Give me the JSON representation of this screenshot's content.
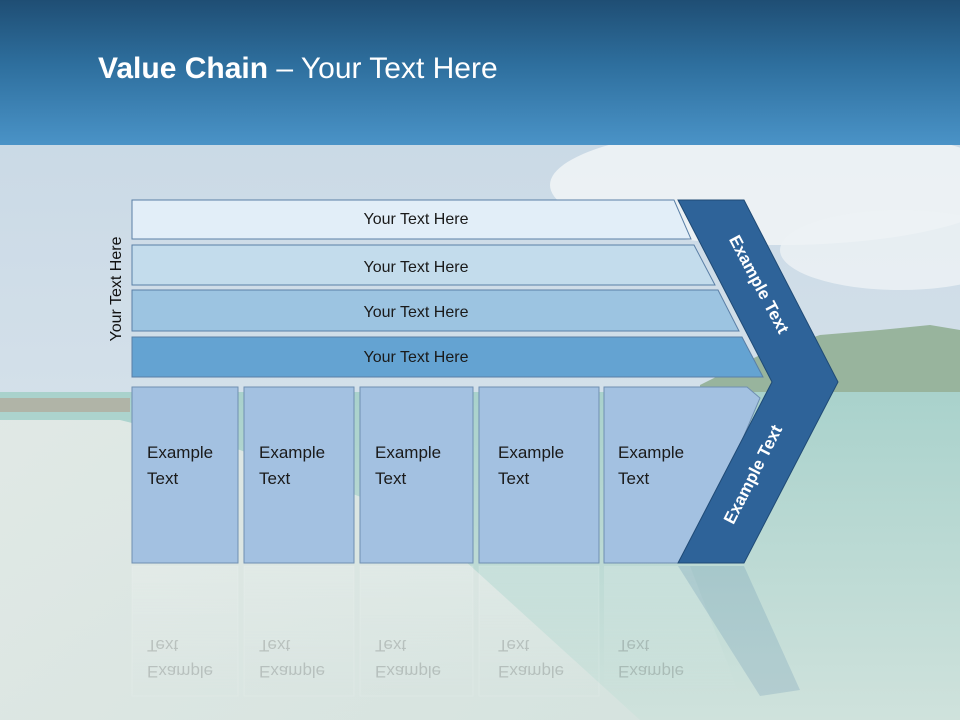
{
  "slide": {
    "title_bold": "Value Chain",
    "title_rest": " – Your Text Here",
    "side_label": "Your Text Here"
  },
  "bars": [
    {
      "label": "Your Text Here",
      "color": "#e2eef8"
    },
    {
      "label": "Your Text Here",
      "color": "#c3dcec"
    },
    {
      "label": "Your Text Here",
      "color": "#9cc4e1"
    },
    {
      "label": "Your Text Here",
      "color": "#64a3d2"
    }
  ],
  "cells": [
    {
      "label": "Example\nText"
    },
    {
      "label": "Example\nText"
    },
    {
      "label": "Example\nText"
    },
    {
      "label": "Example\nText"
    },
    {
      "label": "Example\nText"
    }
  ],
  "chevron": {
    "upper_label": "Example Text",
    "lower_label": "Example Text",
    "color": "#2e6399"
  }
}
